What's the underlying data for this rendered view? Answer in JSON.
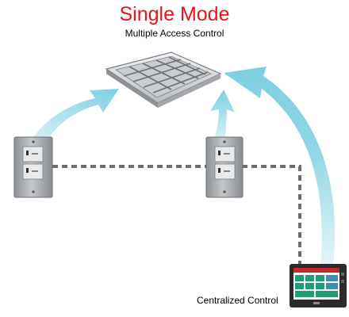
{
  "title": "Single Mode",
  "subtitle": "Multiple Access Control",
  "controller_caption": "Centralized Control",
  "colors": {
    "title": "#e8141b",
    "arrow": "#7ecfe0",
    "connection_line": "#6e6e6e",
    "switch_plate": "#a9acb0",
    "panel_bezel": "#2b2b2b",
    "panel_screen": "#1f9d77"
  },
  "icons": [
    "ceiling-light-fixture-icon",
    "wall-switch-icon",
    "touch-panel-icon"
  ]
}
